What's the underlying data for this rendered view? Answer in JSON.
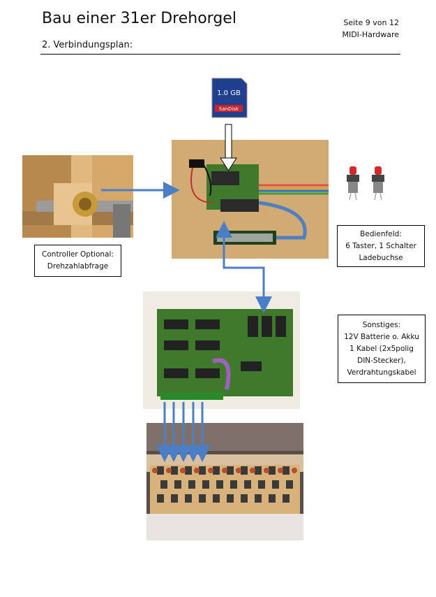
{
  "header": {
    "title": "Bau einer 31er Drehorgel",
    "section": "2. Verbindungsplan:",
    "page": "Seite 9 von 12",
    "chapter": "MIDI-Hardware"
  },
  "sd_card": {
    "brand": "SanDisk",
    "capacity": "1.0 GB"
  },
  "boxes": {
    "controller": [
      "Controller Optional:",
      "Drehzahlabfrage"
    ],
    "bedienfeld": [
      "Bedienfeld:",
      "6 Taster, 1 Schalter",
      "Ladebuchse"
    ],
    "sonstiges": [
      "Sonstiges:",
      "12V Batterie o. Akku",
      "1 Kabel (2x5polig",
      "DIN-Stecker),",
      "Verdrahtungskabel"
    ]
  },
  "colors": {
    "arrow": "#4a7fc8",
    "pcb_green": "#3f7a2c",
    "wood": "#d8b27a"
  },
  "icons": [
    "sd-card-icon",
    "push-button-icon"
  ]
}
